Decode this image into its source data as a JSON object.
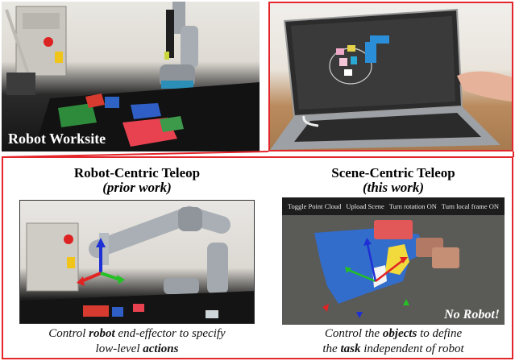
{
  "top": {
    "worksite_caption": "Robot Worksite"
  },
  "left": {
    "title": "Robot-Centric Teleop",
    "subtitle": "(prior work)",
    "desc_line1_pre": "Control ",
    "desc_line1_bold": "robot",
    "desc_line1_post": " end-effector to specify",
    "desc_line2_pre": "low-level ",
    "desc_line2_bold": "actions"
  },
  "right": {
    "title": "Scene-Centric Teleop",
    "subtitle": "(this work)",
    "menu": [
      "Toggle Point Cloud",
      "Upload Scene",
      "Turn rotation ON",
      "Turn local frame ON"
    ],
    "overlay": "No Robot!",
    "desc_line1_pre": "Control the ",
    "desc_line1_bold": "objects",
    "desc_line1_post": " to define",
    "desc_line2_pre": "the ",
    "desc_line2_bold": "task",
    "desc_line2_post": " independent of robot"
  },
  "colors": {
    "highlight": "#e3262b",
    "scene_bg": "#5a5a57",
    "menu_bg": "#1d1d1d"
  }
}
